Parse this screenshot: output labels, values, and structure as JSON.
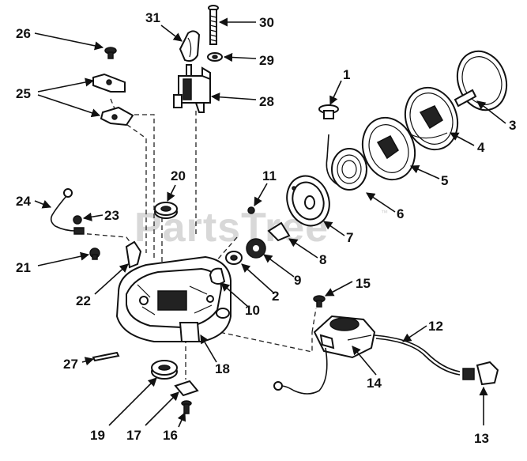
{
  "watermark": {
    "text": "PartsTree",
    "tm": "™"
  },
  "callouts": [
    {
      "id": "1",
      "label": "1"
    },
    {
      "id": "2",
      "label": "2"
    },
    {
      "id": "3",
      "label": "3"
    },
    {
      "id": "4",
      "label": "4"
    },
    {
      "id": "5",
      "label": "5"
    },
    {
      "id": "6",
      "label": "6"
    },
    {
      "id": "7",
      "label": "7"
    },
    {
      "id": "8",
      "label": "8"
    },
    {
      "id": "9",
      "label": "9"
    },
    {
      "id": "10",
      "label": "10"
    },
    {
      "id": "11",
      "label": "11"
    },
    {
      "id": "12",
      "label": "12"
    },
    {
      "id": "13",
      "label": "13"
    },
    {
      "id": "14",
      "label": "14"
    },
    {
      "id": "15",
      "label": "15"
    },
    {
      "id": "16",
      "label": "16"
    },
    {
      "id": "17",
      "label": "17"
    },
    {
      "id": "18",
      "label": "18"
    },
    {
      "id": "19",
      "label": "19"
    },
    {
      "id": "20",
      "label": "20"
    },
    {
      "id": "21",
      "label": "21"
    },
    {
      "id": "22",
      "label": "22"
    },
    {
      "id": "23",
      "label": "23"
    },
    {
      "id": "24",
      "label": "24"
    },
    {
      "id": "25",
      "label": "25"
    },
    {
      "id": "26",
      "label": "26"
    },
    {
      "id": "27",
      "label": "27"
    },
    {
      "id": "28",
      "label": "28"
    },
    {
      "id": "29",
      "label": "29"
    },
    {
      "id": "30",
      "label": "30"
    },
    {
      "id": "31",
      "label": "31"
    }
  ]
}
